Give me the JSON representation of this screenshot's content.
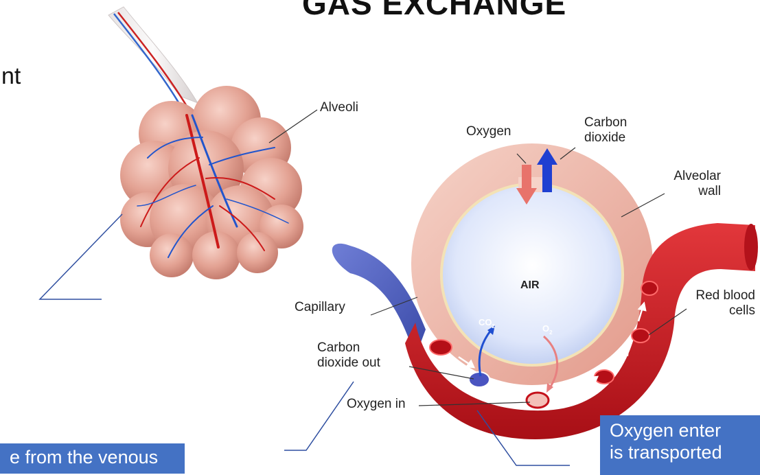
{
  "title": "GAS EXCHANGE",
  "left_fragment": "nt",
  "labels": {
    "alveoli": "Alveoli",
    "oxygen": "Oxygen",
    "carbon_dioxide_l1": "Carbon",
    "carbon_dioxide_l2": "dioxide",
    "alveolar_wall_l1": "Alveolar",
    "alveolar_wall_l2": "wall",
    "air": "AIR",
    "capillary": "Capillary",
    "red_blood_l1": "Red blood",
    "red_blood_l2": "cells",
    "co2_out_l1": "Carbon",
    "co2_out_l2": "dioxide out",
    "oxygen_in": "Oxygen in",
    "co2": "CO",
    "o2": "O",
    "sub2": "2"
  },
  "boxes": {
    "left": "e from the venous",
    "right_l1": "Oxygen enter",
    "right_l2": "is transported"
  },
  "colors": {
    "accent_box": "#4472c4",
    "blood_red": "#d41f26",
    "vein_blue": "#4a5fc1",
    "alveolus_pink": "#e9a99b",
    "air_blue": "#dde8ff"
  }
}
